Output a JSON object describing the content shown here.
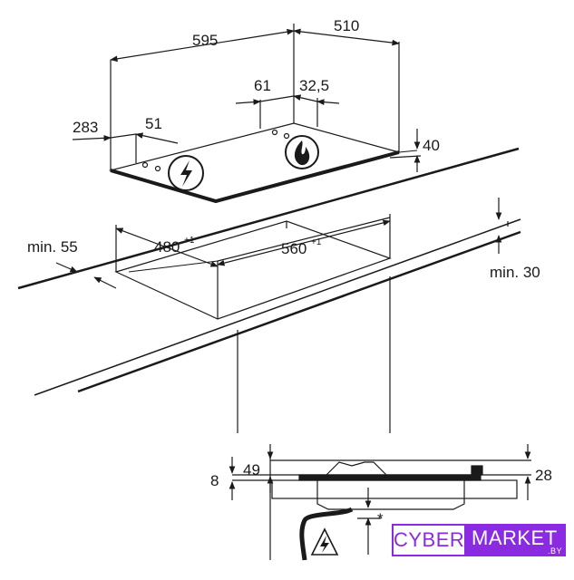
{
  "dimensions": {
    "width_total": "595",
    "depth_total": "510",
    "left_offset": "283",
    "burner_left": "51",
    "burner_right": "61",
    "burner_gap": "32,5",
    "thickness": "40",
    "cutout_depth": "480",
    "cutout_depth_tol": "+1",
    "cutout_width": "560",
    "cutout_width_tol": "+1",
    "min_front": "min. 55",
    "min_side": "min. 30",
    "height_8": "8",
    "height_49": "49",
    "height_28": "28",
    "asterisk": "*"
  },
  "icons": {
    "electric": "electric-plate-icon",
    "gas": "gas-flame-icon",
    "warning": "high-voltage-warning-icon"
  },
  "logo": {
    "left_text": "CYBER",
    "right_text": "MARKET",
    "domain": ".BY"
  },
  "colors": {
    "line": "#1a1a1a",
    "brand": "#8a2be2"
  }
}
